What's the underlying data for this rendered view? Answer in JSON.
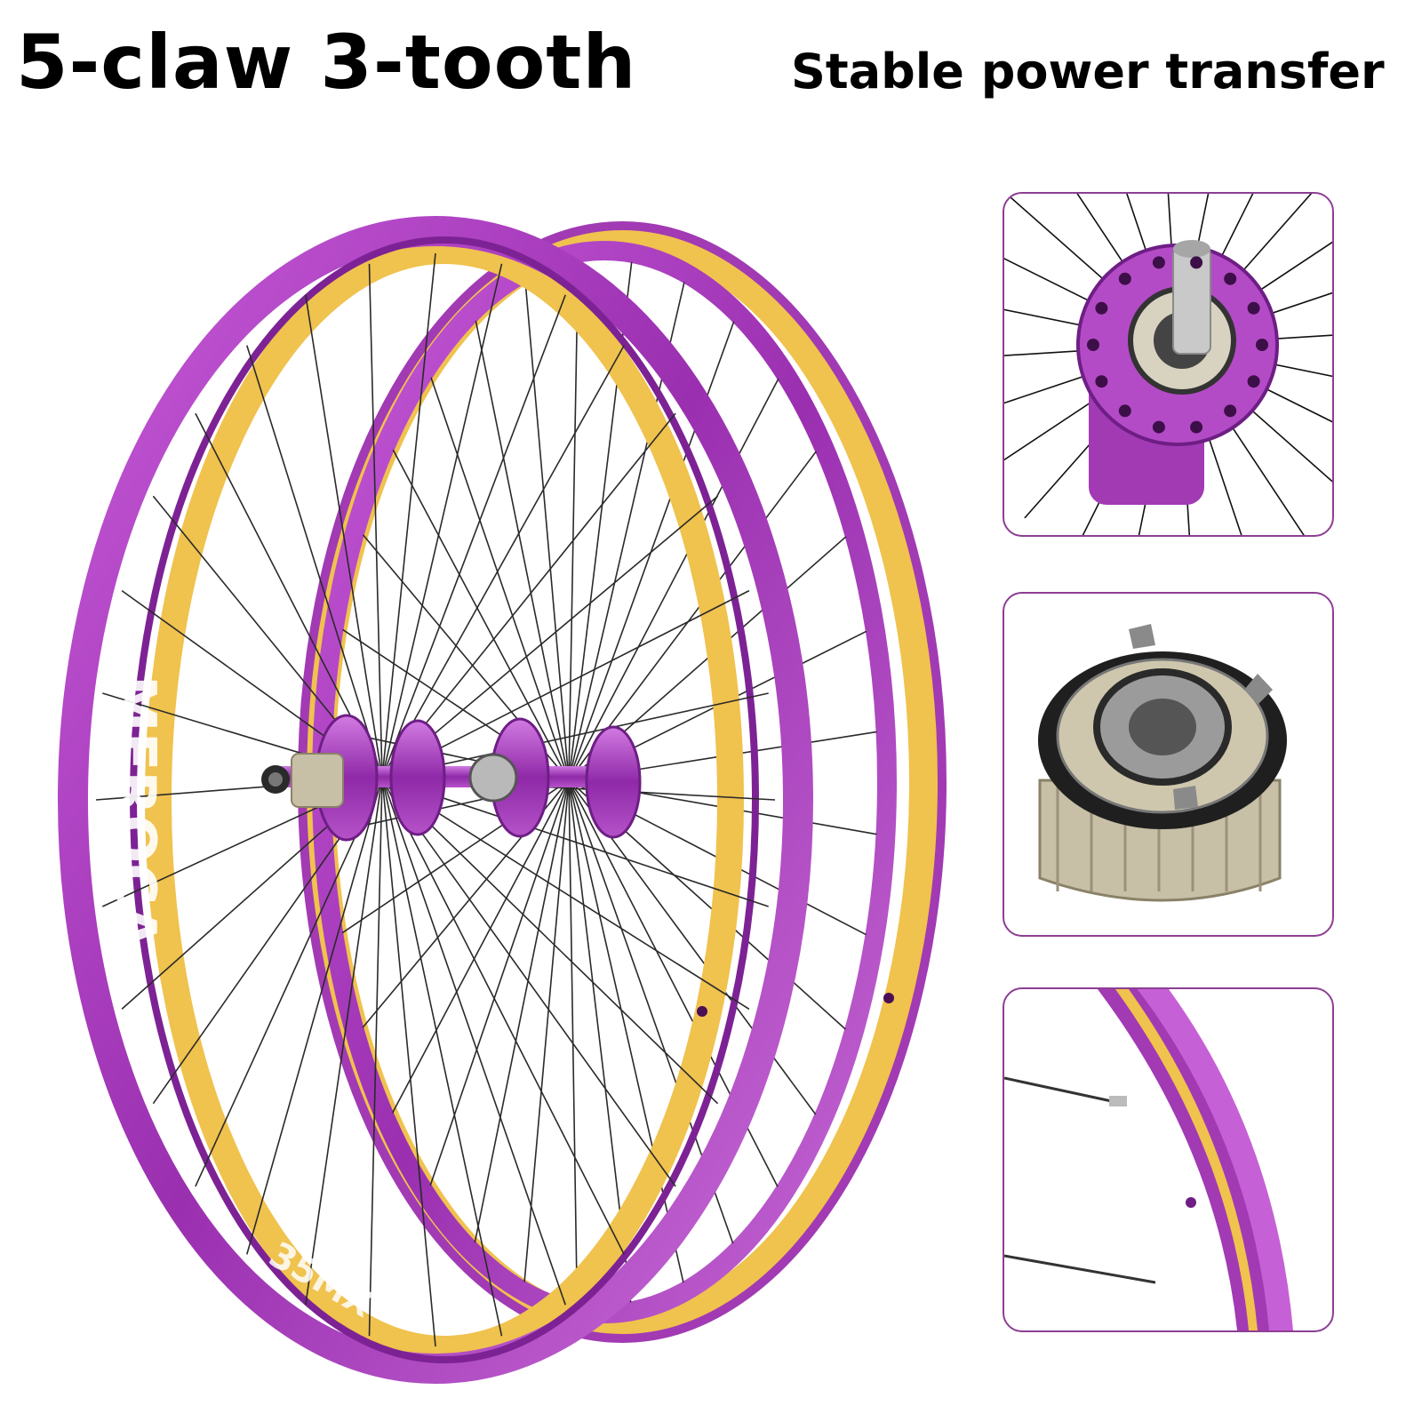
{
  "headline": {
    "left": "5-claw 3-tooth",
    "right": "Stable power transfer"
  },
  "brand": {
    "rim_logo": "MEROCA",
    "rim_model": "35MX"
  },
  "colors": {
    "rim": "#a23ab4",
    "rim_dark": "#6e1e85",
    "rim_light": "#d06ee0",
    "rim_tape": "#f0c24e",
    "spoke": "#2a2a2a",
    "freehub": "#c7bfa6",
    "panel_border": "#8d3e93"
  },
  "panels": [
    {
      "name": "hub-closeup"
    },
    {
      "name": "freehub-closeup"
    },
    {
      "name": "rim-closeup"
    }
  ]
}
